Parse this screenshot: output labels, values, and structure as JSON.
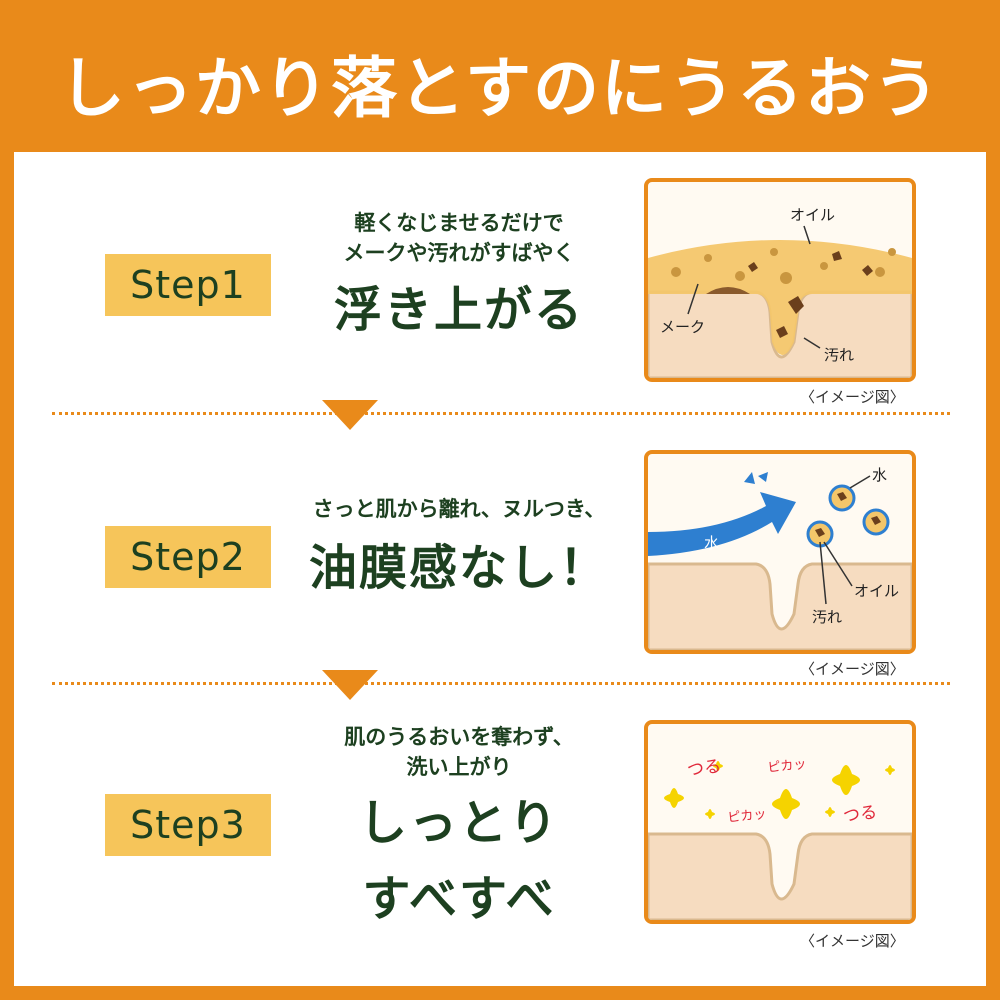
{
  "header": {
    "title": "しっかり落とすのにうるおう"
  },
  "steps": [
    {
      "label": "Step1",
      "sub_lines": [
        "軽くなじませるだけで",
        "メークや汚れがすばやく"
      ],
      "main_lines": [
        "浮き上がる"
      ],
      "illustration": {
        "labels": {
          "oil": "オイル",
          "makeup": "メーク",
          "dirt": "汚れ"
        },
        "caption": "〈イメージ図〉"
      }
    },
    {
      "label": "Step2",
      "sub_lines": [
        "さっと肌から離れ、ヌルつき、"
      ],
      "main_lines": [
        "油膜感なし！"
      ],
      "illustration": {
        "labels": {
          "water": "水",
          "water_arrow": "水",
          "oil": "オイル",
          "dirt": "汚れ"
        },
        "caption": "〈イメージ図〉"
      }
    },
    {
      "label": "Step3",
      "sub_lines": [
        "肌のうるおいを奪わず、",
        "洗い上がり"
      ],
      "main_lines": [
        "しっとり",
        "すべすべ"
      ],
      "illustration": {
        "labels": {
          "tsuru1": "つる",
          "pika1": "ピカッ",
          "pika2": "ピカッ",
          "tsuru2": "つる"
        },
        "caption": "〈イメージ図〉"
      }
    }
  ],
  "colors": {
    "accent": "#e98a1a",
    "badge": "#f6c55a",
    "text": "#1d4020",
    "skin": "#f6dcc0",
    "oil": "#f4c66a",
    "water": "#2e7fd0",
    "sparkle": "#f5d300",
    "sparkle_text": "#e0283a"
  }
}
